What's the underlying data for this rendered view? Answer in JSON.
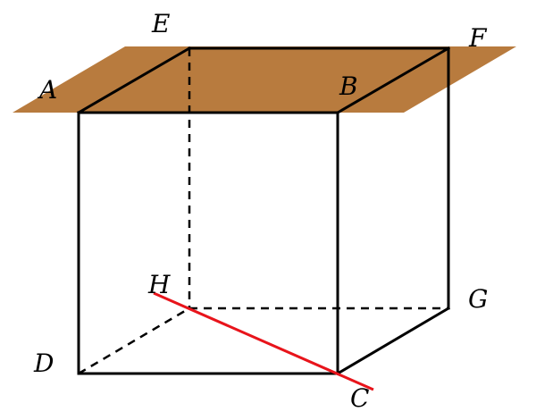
{
  "diagram": {
    "labels": {
      "A": "A",
      "B": "B",
      "C": "C",
      "D": "D",
      "E": "E",
      "F": "F",
      "G": "G",
      "H": "H"
    },
    "colors": {
      "plane": "#b87b3e",
      "edges": "#000000",
      "line_HC": "#e8141b"
    },
    "plane_contains": [
      "A",
      "B",
      "E",
      "F"
    ],
    "highlighted_line": [
      "H",
      "C"
    ],
    "hidden_edges": [
      [
        "E",
        "H"
      ],
      [
        "D",
        "H"
      ],
      [
        "H",
        "G"
      ]
    ]
  }
}
